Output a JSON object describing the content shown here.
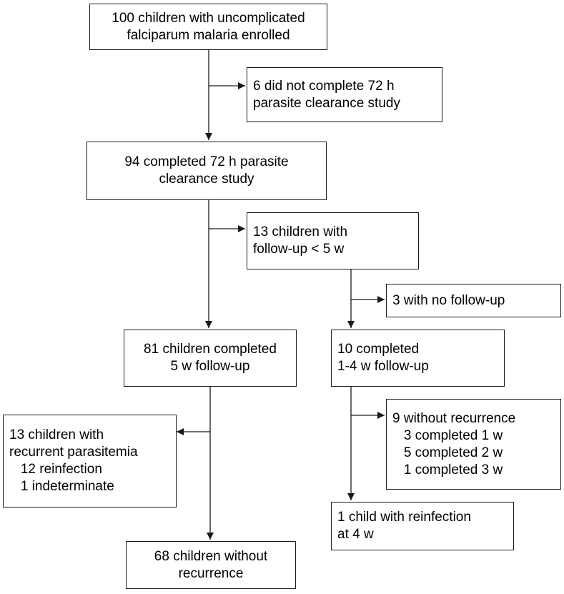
{
  "diagram": {
    "boxes": {
      "enrolled": {
        "lines": [
          "100 children with uncomplicated",
          "falciparum malaria enrolled"
        ]
      },
      "not_completed_72h": {
        "lines": [
          "6 did not complete 72 h",
          "parasite clearance study"
        ]
      },
      "completed_72h": {
        "lines": [
          "94 completed 72 h parasite",
          "clearance study"
        ]
      },
      "followup_lt5w": {
        "lines": [
          "13 children with",
          "follow-up < 5 w"
        ]
      },
      "no_followup": {
        "lines": [
          "3 with no follow-up"
        ]
      },
      "completed_5w": {
        "lines": [
          "81 children completed",
          "5 w follow-up"
        ]
      },
      "completed_1_4w": {
        "lines": [
          "10 completed",
          "1-4 w follow-up"
        ]
      },
      "recurrent": {
        "lines": [
          "13 children with",
          "recurrent parasitemia",
          "   12 reinfection",
          "   1 indeterminate"
        ]
      },
      "without_recurrence_short": {
        "lines": [
          "9 without recurrence",
          "   3 completed 1 w",
          "   5 completed 2 w",
          "   1 completed 3 w"
        ]
      },
      "reinfection_4w": {
        "lines": [
          "1 child with reinfection",
          "at 4 w"
        ]
      },
      "without_recurrence_5w": {
        "lines": [
          "68 children without",
          "recurrence"
        ]
      }
    }
  }
}
